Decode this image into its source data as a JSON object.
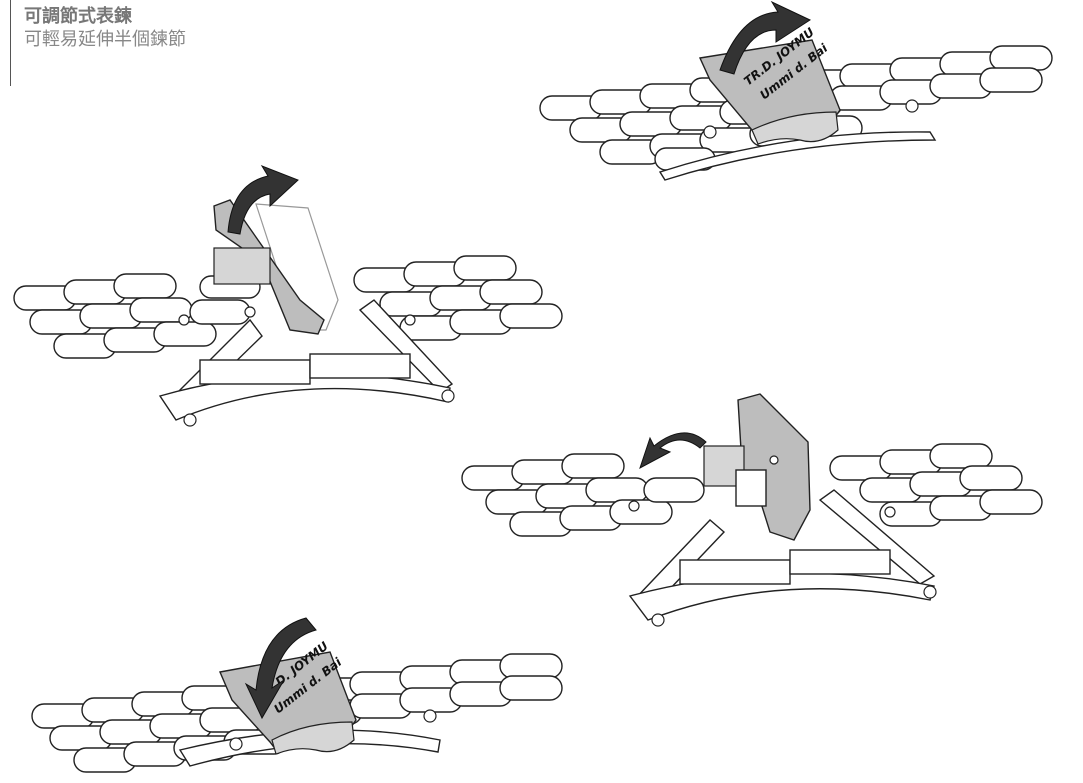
{
  "header": {
    "title": "可調節式表鍊",
    "subtitle": "可輕易延伸半個鍊節"
  },
  "engraving": {
    "line1": "TR.D. JOYMU",
    "line2": "Ummi d. Bai"
  },
  "colors": {
    "clasp": "#bdbdbd",
    "arrow": "#333333",
    "outline": "#222222"
  },
  "steps": [
    {
      "name": "step-1",
      "action": "lift clasp cover",
      "arrow_direction": "up-right"
    },
    {
      "name": "step-2",
      "action": "flip clasp open",
      "arrow_direction": "up-right"
    },
    {
      "name": "step-3",
      "action": "rotate extension link",
      "arrow_direction": "left"
    },
    {
      "name": "step-4",
      "action": "close clasp cover",
      "arrow_direction": "down"
    }
  ]
}
